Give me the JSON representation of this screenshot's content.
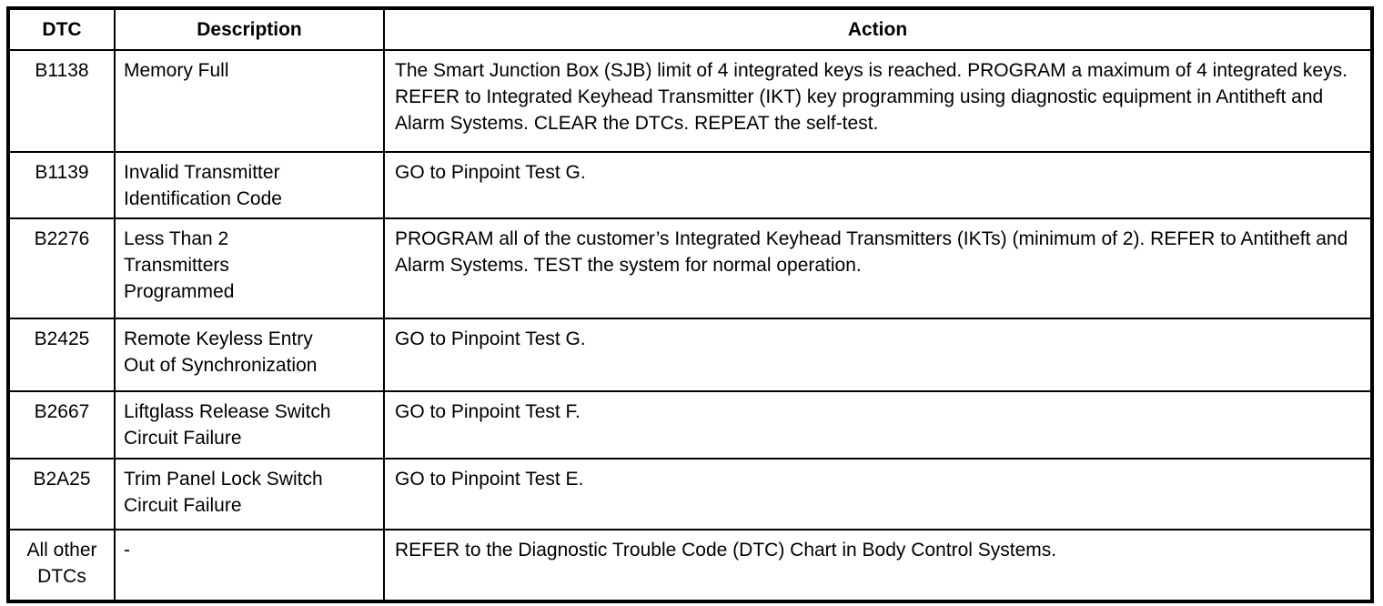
{
  "table": {
    "headers": {
      "dtc": "DTC",
      "description": "Description",
      "action": "Action"
    },
    "rows": [
      {
        "dtc": "B1138",
        "description": "Memory Full",
        "action": "The Smart Junction Box (SJB) limit of 4 integrated keys is reached. PROGRAM a maximum of 4 integrated keys. REFER to Integrated Keyhead Transmitter (IKT) key programming using diagnostic equipment in Antitheft and Alarm Systems. CLEAR the DTCs. REPEAT the self-test."
      },
      {
        "dtc": "B1139",
        "description": "Invalid Transmitter\nIdentification Code",
        "action": "GO to Pinpoint Test G."
      },
      {
        "dtc": "B2276",
        "description": "Less Than 2\nTransmitters\nProgrammed",
        "action": "PROGRAM all of the customer’s Integrated Keyhead Transmitters (IKTs) (minimum of 2). REFER to Antitheft and Alarm Systems. TEST the system for normal operation."
      },
      {
        "dtc": "B2425",
        "description": "Remote Keyless Entry\nOut of Synchronization",
        "action": "GO to Pinpoint Test G."
      },
      {
        "dtc": "B2667",
        "description": "Liftglass Release Switch\nCircuit Failure",
        "action": "GO to Pinpoint Test F."
      },
      {
        "dtc": "B2A25",
        "description": "Trim Panel Lock Switch\nCircuit Failure",
        "action": "GO to Pinpoint Test E."
      },
      {
        "dtc": "All other\nDTCs",
        "description": "-",
        "action": "REFER to the Diagnostic Trouble Code (DTC) Chart in Body Control Systems."
      }
    ]
  }
}
